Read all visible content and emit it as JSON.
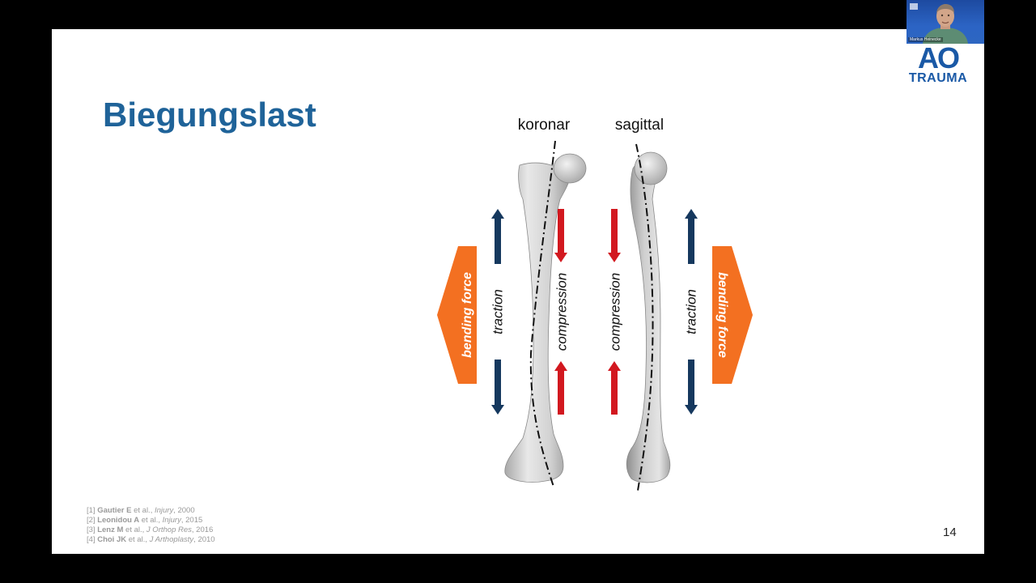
{
  "slide": {
    "title": "Biegungslast",
    "page_number": "14"
  },
  "logo": {
    "line1": "AO",
    "line2": "TRAUMA"
  },
  "figure": {
    "label_left": "koronar",
    "label_right": "sagittal",
    "bending_force_label": "bending force",
    "traction_label": "traction",
    "compression_label": "compression",
    "colors": {
      "orange": "#f37021",
      "navy": "#15385e",
      "red": "#d2181f",
      "bone": "#d9d9d9"
    }
  },
  "references": [
    {
      "num": "[1]",
      "author": "Gautier E",
      "etal": " et al., ",
      "journal": "Injury",
      "year": ", 2000"
    },
    {
      "num": "[2]",
      "author": "Leonidou A",
      "etal": " et al., ",
      "journal": "Injury",
      "year": ", 2015"
    },
    {
      "num": "[3]",
      "author": "Lenz M",
      "etal": " et al., ",
      "journal": "J Orthop Res",
      "year": ", 2016"
    },
    {
      "num": "[4]",
      "author": "Choi JK",
      "etal": " et al., ",
      "journal": "J Arthoplasty",
      "year": ", 2010"
    }
  ],
  "video_tile": {
    "participant_name": "Markus Heinecke"
  }
}
